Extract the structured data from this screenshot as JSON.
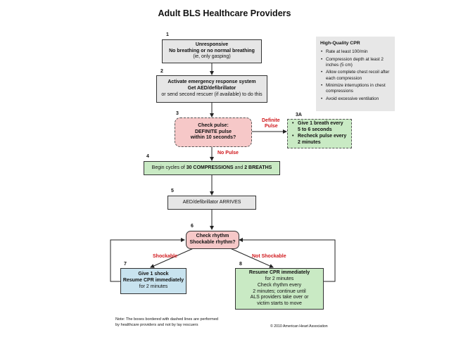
{
  "title": "Adult BLS Healthcare Providers",
  "steps": {
    "s1": {
      "num": "1",
      "line1": "Unresponsive",
      "line2": "No breathing or no normal breathing",
      "line3": "(ie, only gasping)"
    },
    "s2": {
      "num": "2",
      "line1": "Activate emergency response system",
      "line2": "Get AED/defibrillator",
      "line3": "or send second rescuer (if available) to do this"
    },
    "s3": {
      "num": "3",
      "line1": "Check pulse:",
      "line2": "DEFINITE pulse",
      "line3": "within 10 seconds?"
    },
    "s3a": {
      "num": "3A",
      "items": [
        "Give 1 breath every",
        "5 to 6 seconds",
        "Recheck pulse every",
        "2 minutes"
      ]
    },
    "s4": {
      "num": "4",
      "pre": "Begin cycles of ",
      "strong1": "30 COMPRESSIONS",
      "mid": " and ",
      "strong2": "2 BREATHS"
    },
    "s5": {
      "num": "5",
      "text": "AED/defibrillator ARRIVES"
    },
    "s6": {
      "num": "6",
      "line1": "Check rhythm",
      "line2": "Shockable rhythm?"
    },
    "s7": {
      "num": "7",
      "line1": "Give 1 shock",
      "line2": "Resume CPR immediately",
      "line3": "for 2 minutes"
    },
    "s8": {
      "num": "8",
      "line1": "Resume CPR immediately",
      "line2": "for 2 minutes",
      "line3": "Check rhythm every",
      "line4": "2 minutes; continue until",
      "line5": "ALS providers take over or",
      "line6": "victim starts to move"
    }
  },
  "labels": {
    "definite_pulse_1": "Definite",
    "definite_pulse_2": "Pulse",
    "no_pulse": "No Pulse",
    "shockable": "Shockable",
    "not_shockable": "Not Shockable"
  },
  "cpr": {
    "header": "High-Quality CPR",
    "items": [
      "Rate at least 100/min",
      "Compression depth at least 2 inches (5 cm)",
      "Allow complete chest recoil after each compression",
      "Minimize interruptions in chest compressions",
      "Avoid excessive ventilation"
    ]
  },
  "note": {
    "line1": "Note: The boxes bordered with dashed lines are performed",
    "line2": "by healthcare providers and not by lay rescuers"
  },
  "copyright": "© 2010 American Heart Association",
  "colors": {
    "grey_box": "#e6e6e6",
    "pink_box": "#f6c8c8",
    "green_box": "#c9eac4",
    "blue_box": "#c8e3ef",
    "label_red": "#d0181c"
  }
}
